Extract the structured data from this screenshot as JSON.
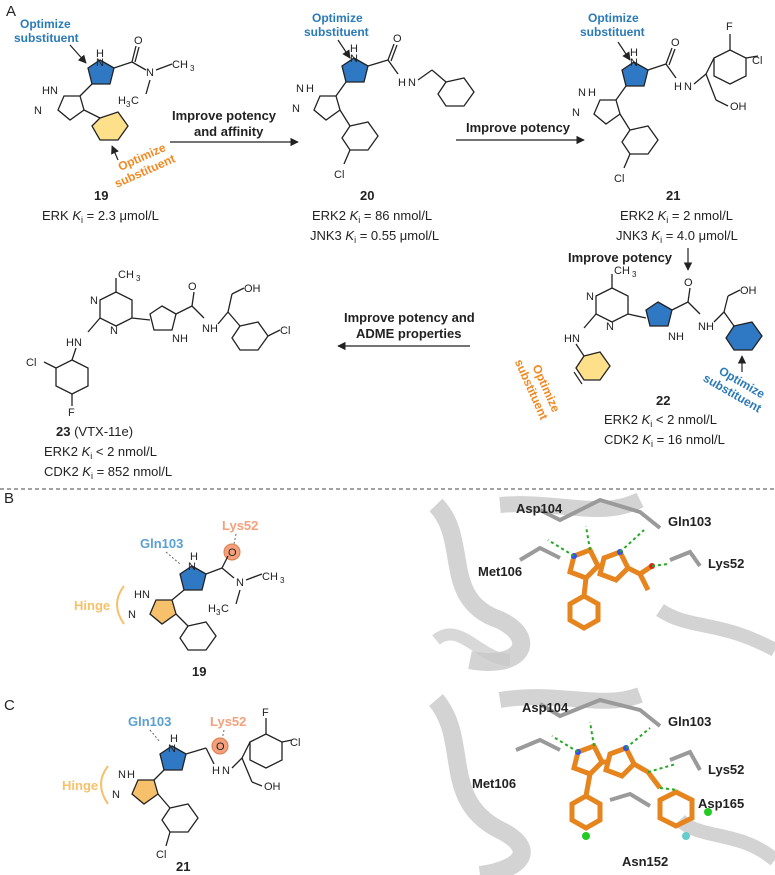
{
  "panels": {
    "a": "A",
    "b": "B",
    "c": "C"
  },
  "colors": {
    "blue": "#2b7ab8",
    "orange": "#f08a24",
    "yellow": "#ffe08a",
    "ring_blue": "#2f78c4",
    "lys_orange": "#f4a07c",
    "gln_blue": "#5aa0d0",
    "hinge": "#f7c06b",
    "protein_gray": "#c8c8c8",
    "ligand_orange": "#e6841e",
    "hbond_green": "#22aa22"
  },
  "labels": {
    "optimize": "Optimize",
    "substituent": "substituent",
    "improve_potency_affinity_1": "Improve potency",
    "improve_potency_affinity_2": "and affinity",
    "improve_potency": "Improve  potency",
    "improve_potency_down": "Improve potency",
    "improve_adme_1": "Improve potency and",
    "improve_adme_2": "ADME properties"
  },
  "atoms": {
    "N": "N",
    "H": "H",
    "O": "O",
    "OH": "OH",
    "Cl": "Cl",
    "F": "F",
    "NH": "NH",
    "HN": "HN",
    "CH3": "CH",
    "H3C": "H",
    "sub3": "3",
    "C": "C"
  },
  "compounds": {
    "c19": {
      "id": "19",
      "line1_pre": "ERK ",
      "K": "K",
      "i": "i",
      "line1_post": " = 2.3 μmol/L"
    },
    "c20": {
      "id": "20",
      "line1_pre": "ERK2 ",
      "K": "K",
      "i": "i",
      "line1_post": " = 86 nmol/L",
      "line2_pre": "JNK3 ",
      "line2_post": " = 0.55 μmol/L"
    },
    "c21": {
      "id": "21",
      "line1_pre": "ERK2 ",
      "K": "K",
      "i": "i",
      "line1_post": " = 2 nmol/L",
      "line2_pre": "JNK3 ",
      "line2_post": " = 4.0 μmol/L"
    },
    "c22": {
      "id": "22",
      "line1_pre": "ERK2 ",
      "K": "K",
      "i": "i",
      "line1_post": " < 2 nmol/L",
      "line2_pre": "CDK2 ",
      "line2_post": " = 16 nmol/L"
    },
    "c23": {
      "id": "23",
      "alias": " (VTX-11e)",
      "line1_pre": "ERK2 ",
      "K": "K",
      "i": "i",
      "line1_post": " < 2 nmol/L",
      "line2_pre": "CDK2 ",
      "line2_post": " = 852 nmol/L"
    }
  },
  "interactions": {
    "gln103": "Gln103",
    "lys52": "Lys52",
    "hinge": "Hinge",
    "asp104": "Asp104",
    "met106": "Met106",
    "asp165": "Asp165",
    "asn152": "Asn152"
  },
  "b_label": "19",
  "c_label": "21"
}
